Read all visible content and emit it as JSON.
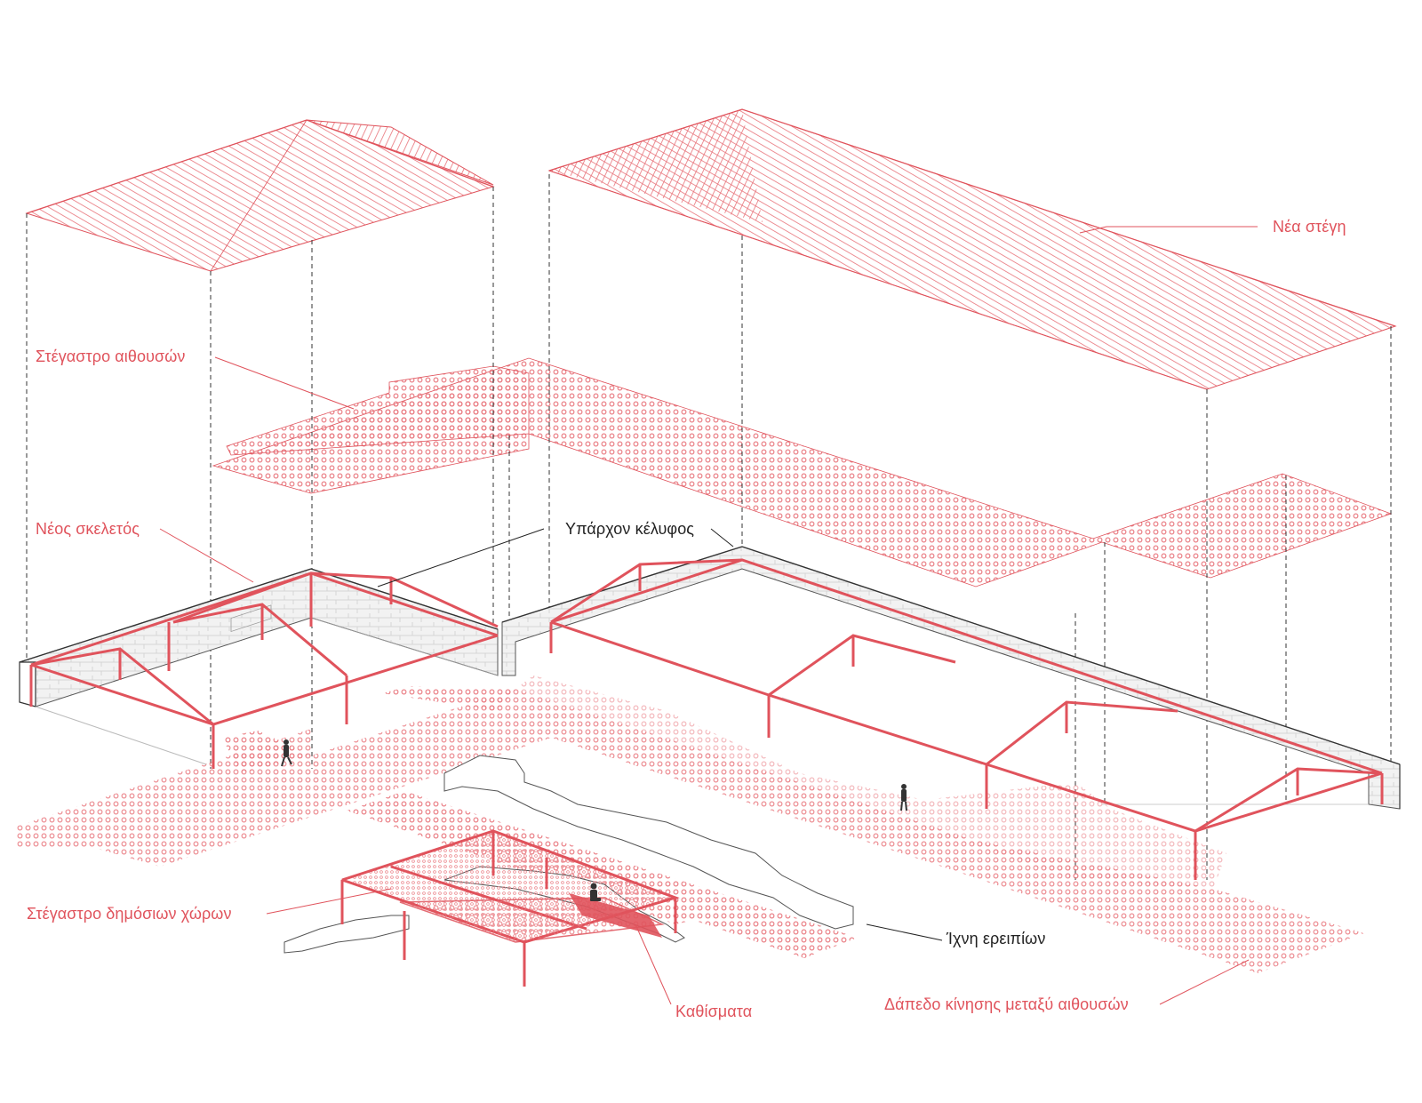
{
  "diagram": {
    "labels": {
      "new_roof": "Νέα στέγη",
      "hall_canopy": "Στέγαστρο αιθουσών",
      "new_frame": "Νέος σκελετός",
      "existing_shell": "Υπάρχον κέλυφος",
      "public_canopy": "Στέγαστρο δημόσιων χώρων",
      "ruin_traces": "Ίχνη ερειπίων",
      "seating": "Καθίσματα",
      "circulation_floor": "Δάπεδο κίνησης μεταξύ αιθουσών"
    },
    "colors": {
      "accent_red": "#e0535c",
      "hatch_red": "#e8737a",
      "text_dark": "#222222",
      "wall_grey": "#b8b8b8"
    }
  }
}
